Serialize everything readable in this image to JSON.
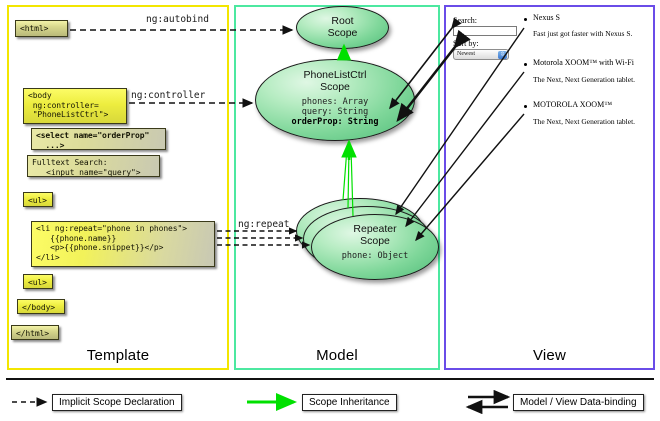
{
  "panels": {
    "template": {
      "title": "Template",
      "border_color": "#f3e600"
    },
    "model": {
      "title": "Model",
      "border_color": "#4ce8a0"
    },
    "view": {
      "title": "View",
      "border_color": "#6a4ce8"
    }
  },
  "template_boxes": [
    {
      "id": "html-open",
      "text": "<html>"
    },
    {
      "id": "body-open",
      "text": "<body\n ng:controller=\n \"PhoneListCtrl\">"
    },
    {
      "id": "select",
      "text": "<select name=\"orderProp\"\n  ...>"
    },
    {
      "id": "fulltext",
      "text": "Fulltext Search:\n   <input name=\"query\">"
    },
    {
      "id": "ul-open",
      "text": "<ul>"
    },
    {
      "id": "li-repeat",
      "text": "<li ng:repeat=\"phone in phones\">\n   {{phone.name}}\n   <p>{{phone.snippet}}</p>\n</li>"
    },
    {
      "id": "ul-close",
      "text": "<ul>"
    },
    {
      "id": "body-close",
      "text": "</body>"
    },
    {
      "id": "html-close",
      "text": "</html>"
    }
  ],
  "edge_labels": {
    "autobind": "ng:autobind",
    "controller": "ng:controller",
    "repeat": "ng:repeat"
  },
  "scopes": [
    {
      "id": "root-scope",
      "title_line1": "Root",
      "title_line2": "Scope",
      "props": []
    },
    {
      "id": "phonelistctrl-scope",
      "title_line1": "PhoneListCtrl",
      "title_line2": "Scope",
      "props": [
        {
          "text": "phones: Array",
          "bold": false
        },
        {
          "text": "query: String",
          "bold": false
        },
        {
          "text": "orderProp: String",
          "bold": true
        }
      ]
    },
    {
      "id": "repeater-scope",
      "title_line1": "Repeater",
      "title_line2": "Scope",
      "props": [
        {
          "text": "phone: Object",
          "bold": false
        }
      ]
    }
  ],
  "view": {
    "search_label": "Search:",
    "search_value": "",
    "search_placeholder": "",
    "sort_label": "Sort by:",
    "sort_selected": "Newest",
    "sort_options": [
      "Newest"
    ],
    "phones": [
      {
        "name": "Nexus S",
        "snippet": "Fast just got faster with Nexus S."
      },
      {
        "name": "Motorola XOOM™  with Wi-Fi",
        "snippet": "The Next, Next Generation tablet."
      },
      {
        "name": "MOTOROLA XOOM™",
        "snippet": "The Next, Next Generation tablet."
      }
    ]
  },
  "legend": [
    {
      "id": "implicit-scope-declaration",
      "label": "Implicit Scope Declaration",
      "style": "dashed-arrow",
      "color": "#111111"
    },
    {
      "id": "scope-inheritance",
      "label": "Scope Inheritance",
      "style": "solid-arrow",
      "color": "#00e000"
    },
    {
      "id": "model-view-data-binding",
      "label": "Model / View Data-binding",
      "style": "double-arrow",
      "color": "#111111"
    }
  ]
}
